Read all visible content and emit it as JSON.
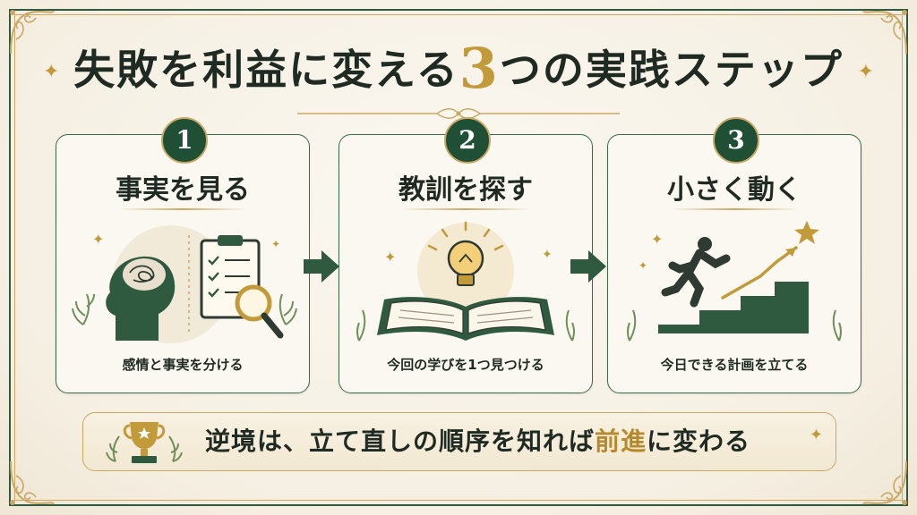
{
  "title": {
    "before": "失敗を利益に変える",
    "number": "3",
    "after": "つの実践ステップ"
  },
  "steps": [
    {
      "number": "1",
      "title": "事実を見る",
      "caption": "感情と事実を分ける",
      "icon": "head-clipboard-magnifier-icon"
    },
    {
      "number": "2",
      "title": "教訓を探す",
      "caption": "今回の学びを1つ見つける",
      "icon": "lightbulb-book-icon"
    },
    {
      "number": "3",
      "title": "小さく動く",
      "caption": "今日できる計画を立てる",
      "icon": "runner-stairs-star-icon"
    }
  ],
  "banner": {
    "before": "逆境は、立て直しの順序を知れば",
    "highlight": "前進",
    "after": "に変わる",
    "icon": "trophy-icon"
  },
  "colors": {
    "green": "#1f4f35",
    "gold": "#c29a3a",
    "background": "#f6f1e6"
  }
}
